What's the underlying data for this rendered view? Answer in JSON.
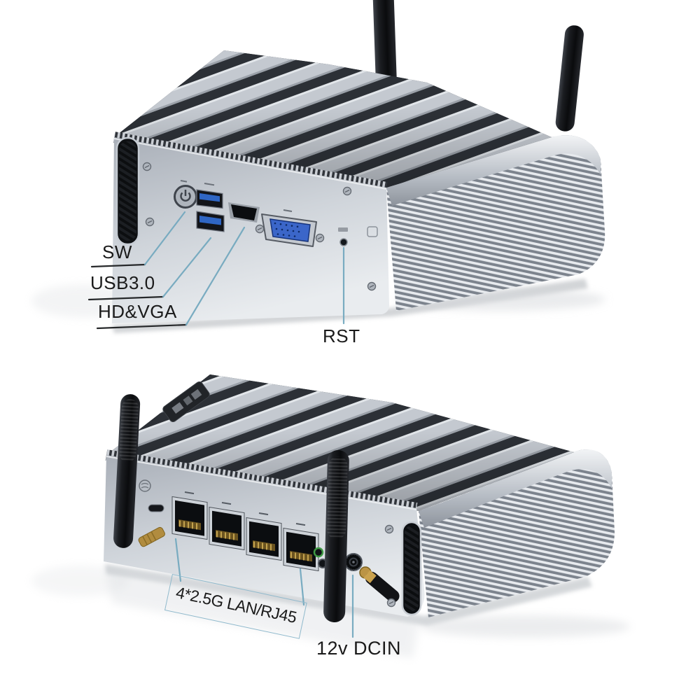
{
  "colors": {
    "background": "#ffffff",
    "leader_line": "#74a9bf",
    "underline": "#26282a",
    "label_text": "#1a1a1a",
    "callout_box_border": "#8fb9cc",
    "usb_blue": "#2f66c4",
    "vga_blue": "#3b66c9",
    "chassis_silver": "#c4c9d0",
    "antenna_black": "#141518",
    "lan_contact_gold": "#d9b65a"
  },
  "front_view": {
    "labels": {
      "power_switch": "SW",
      "usb": "USB3.0",
      "video": "HD&VGA",
      "reset": "RST"
    }
  },
  "rear_view": {
    "labels": {
      "lan": "4*2.5G LAN/RJ45",
      "power_in": "12v DCIN"
    }
  }
}
